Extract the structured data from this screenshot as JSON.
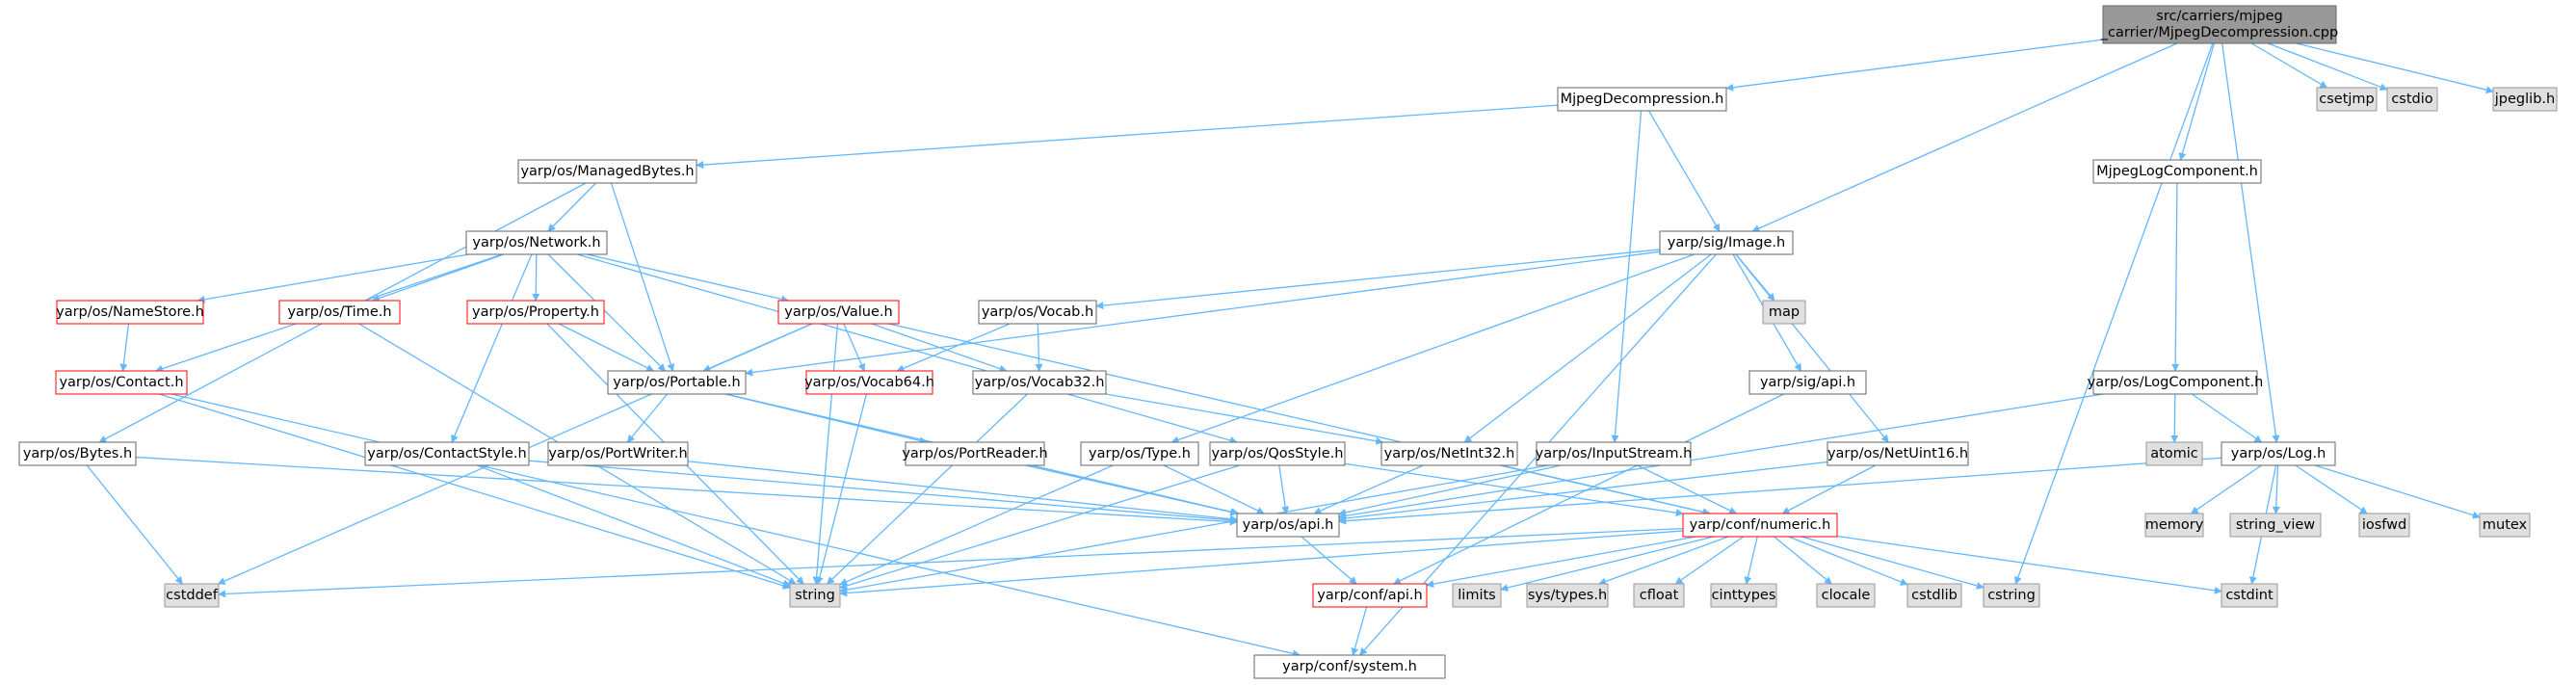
{
  "diagram_type": "include dependency graph",
  "colors": {
    "edge": "#63b8ff",
    "root_fill": "#999999",
    "root_border": "#666666",
    "node_fill": "#ffffff",
    "node_border": "#666666",
    "incomplete_border": "#ff0000",
    "external_fill": "#e0e0e0",
    "external_border": "#999999"
  },
  "nodes": [
    {
      "id": "root",
      "label": "src/carriers/mjpeg\n_carrier/MjpegDecompression.cpp",
      "kind": "root"
    },
    {
      "id": "mjdec",
      "label": "MjpegDecompression.h",
      "kind": "normal"
    },
    {
      "id": "managed",
      "label": "yarp/os/ManagedBytes.h",
      "kind": "normal"
    },
    {
      "id": "network",
      "label": "yarp/os/Network.h",
      "kind": "normal"
    },
    {
      "id": "image",
      "label": "yarp/sig/Image.h",
      "kind": "normal"
    },
    {
      "id": "mjlog",
      "label": "MjpegLogComponent.h",
      "kind": "normal"
    },
    {
      "id": "csetjmp",
      "label": "csetjmp",
      "kind": "external"
    },
    {
      "id": "cstdio",
      "label": "cstdio",
      "kind": "external"
    },
    {
      "id": "jpeglib",
      "label": "jpeglib.h",
      "kind": "external"
    },
    {
      "id": "namestore",
      "label": "yarp/os/NameStore.h",
      "kind": "incomplete"
    },
    {
      "id": "time",
      "label": "yarp/os/Time.h",
      "kind": "incomplete"
    },
    {
      "id": "property",
      "label": "yarp/os/Property.h",
      "kind": "incomplete"
    },
    {
      "id": "value",
      "label": "yarp/os/Value.h",
      "kind": "incomplete"
    },
    {
      "id": "vocab",
      "label": "yarp/os/Vocab.h",
      "kind": "normal"
    },
    {
      "id": "map",
      "label": "map",
      "kind": "external"
    },
    {
      "id": "contact",
      "label": "yarp/os/Contact.h",
      "kind": "incomplete"
    },
    {
      "id": "portable",
      "label": "yarp/os/Portable.h",
      "kind": "normal"
    },
    {
      "id": "vocab64",
      "label": "yarp/os/Vocab64.h",
      "kind": "incomplete"
    },
    {
      "id": "vocab32",
      "label": "yarp/os/Vocab32.h",
      "kind": "normal"
    },
    {
      "id": "sigapi",
      "label": "yarp/sig/api.h",
      "kind": "normal"
    },
    {
      "id": "logcomp",
      "label": "yarp/os/LogComponent.h",
      "kind": "normal"
    },
    {
      "id": "bytes",
      "label": "yarp/os/Bytes.h",
      "kind": "normal"
    },
    {
      "id": "contactstyle",
      "label": "yarp/os/ContactStyle.h",
      "kind": "normal"
    },
    {
      "id": "portwriter",
      "label": "yarp/os/PortWriter.h",
      "kind": "normal"
    },
    {
      "id": "portreader",
      "label": "yarp/os/PortReader.h",
      "kind": "normal"
    },
    {
      "id": "type",
      "label": "yarp/os/Type.h",
      "kind": "normal"
    },
    {
      "id": "qosstyle",
      "label": "yarp/os/QosStyle.h",
      "kind": "normal"
    },
    {
      "id": "netint32",
      "label": "yarp/os/NetInt32.h",
      "kind": "normal"
    },
    {
      "id": "inputstream",
      "label": "yarp/os/InputStream.h",
      "kind": "normal"
    },
    {
      "id": "netuint16",
      "label": "yarp/os/NetUint16.h",
      "kind": "normal"
    },
    {
      "id": "atomic",
      "label": "atomic",
      "kind": "external"
    },
    {
      "id": "log",
      "label": "yarp/os/Log.h",
      "kind": "normal"
    },
    {
      "id": "osapi",
      "label": "yarp/os/api.h",
      "kind": "normal"
    },
    {
      "id": "numeric",
      "label": "yarp/conf/numeric.h",
      "kind": "incomplete"
    },
    {
      "id": "memory",
      "label": "memory",
      "kind": "external"
    },
    {
      "id": "stringview",
      "label": "string_view",
      "kind": "external"
    },
    {
      "id": "iosfwd",
      "label": "iosfwd",
      "kind": "external"
    },
    {
      "id": "mutex",
      "label": "mutex",
      "kind": "external"
    },
    {
      "id": "cstddef",
      "label": "cstddef",
      "kind": "external"
    },
    {
      "id": "string",
      "label": "string",
      "kind": "external"
    },
    {
      "id": "confapi",
      "label": "yarp/conf/api.h",
      "kind": "incomplete"
    },
    {
      "id": "limits",
      "label": "limits",
      "kind": "external"
    },
    {
      "id": "systypes",
      "label": "sys/types.h",
      "kind": "external"
    },
    {
      "id": "cfloat",
      "label": "cfloat",
      "kind": "external"
    },
    {
      "id": "cinttypes",
      "label": "cinttypes",
      "kind": "external"
    },
    {
      "id": "clocale",
      "label": "clocale",
      "kind": "external"
    },
    {
      "id": "cstdlib",
      "label": "cstdlib",
      "kind": "external"
    },
    {
      "id": "cstring",
      "label": "cstring",
      "kind": "external"
    },
    {
      "id": "cstdint",
      "label": "cstdint",
      "kind": "external"
    },
    {
      "id": "system",
      "label": "yarp/conf/system.h",
      "kind": "normal"
    }
  ],
  "edges": [
    [
      "root",
      "mjdec"
    ],
    [
      "root",
      "image"
    ],
    [
      "root",
      "cstring"
    ],
    [
      "root",
      "mjlog"
    ],
    [
      "root",
      "log"
    ],
    [
      "root",
      "csetjmp"
    ],
    [
      "root",
      "cstdio"
    ],
    [
      "root",
      "jpeglib"
    ],
    [
      "mjdec",
      "managed"
    ],
    [
      "mjdec",
      "image"
    ],
    [
      "mjdec",
      "inputstream"
    ],
    [
      "managed",
      "network"
    ],
    [
      "managed",
      "portable"
    ],
    [
      "managed",
      "bytes"
    ],
    [
      "network",
      "namestore"
    ],
    [
      "network",
      "time"
    ],
    [
      "network",
      "property"
    ],
    [
      "network",
      "value"
    ],
    [
      "network",
      "contact"
    ],
    [
      "network",
      "portable"
    ],
    [
      "network",
      "contactstyle"
    ],
    [
      "network",
      "qosstyle"
    ],
    [
      "namestore",
      "contact"
    ],
    [
      "contact",
      "string"
    ],
    [
      "contact",
      "system"
    ],
    [
      "time",
      "string"
    ],
    [
      "property",
      "portable"
    ],
    [
      "property",
      "string"
    ],
    [
      "value",
      "portable"
    ],
    [
      "value",
      "vocab64"
    ],
    [
      "value",
      "vocab32"
    ],
    [
      "value",
      "string"
    ],
    [
      "value",
      "cstddef"
    ],
    [
      "value",
      "numeric"
    ],
    [
      "image",
      "vocab"
    ],
    [
      "image",
      "map"
    ],
    [
      "image",
      "portable"
    ],
    [
      "image",
      "sigapi"
    ],
    [
      "image",
      "type"
    ],
    [
      "image",
      "netint32"
    ],
    [
      "image",
      "netuint16"
    ],
    [
      "image",
      "system"
    ],
    [
      "vocab",
      "vocab64"
    ],
    [
      "vocab",
      "vocab32"
    ],
    [
      "vocab32",
      "netint32"
    ],
    [
      "vocab32",
      "string"
    ],
    [
      "vocab64",
      "string"
    ],
    [
      "portable",
      "portwriter"
    ],
    [
      "portable",
      "portreader"
    ],
    [
      "portable",
      "osapi"
    ],
    [
      "portwriter",
      "osapi"
    ],
    [
      "portreader",
      "osapi"
    ],
    [
      "bytes",
      "osapi"
    ],
    [
      "bytes",
      "cstddef"
    ],
    [
      "contactstyle",
      "osapi"
    ],
    [
      "contactstyle",
      "string"
    ],
    [
      "type",
      "osapi"
    ],
    [
      "type",
      "string"
    ],
    [
      "qosstyle",
      "osapi"
    ],
    [
      "qosstyle",
      "string"
    ],
    [
      "qosstyle",
      "numeric"
    ],
    [
      "netint32",
      "osapi"
    ],
    [
      "netint32",
      "numeric"
    ],
    [
      "inputstream",
      "osapi"
    ],
    [
      "inputstream",
      "numeric"
    ],
    [
      "inputstream",
      "string"
    ],
    [
      "netuint16",
      "osapi"
    ],
    [
      "netuint16",
      "numeric"
    ],
    [
      "sigapi",
      "confapi"
    ],
    [
      "mjlog",
      "logcomp"
    ],
    [
      "logcomp",
      "atomic"
    ],
    [
      "logcomp",
      "log"
    ],
    [
      "logcomp",
      "osapi"
    ],
    [
      "log",
      "osapi"
    ],
    [
      "log",
      "memory"
    ],
    [
      "log",
      "stringview"
    ],
    [
      "log",
      "iosfwd"
    ],
    [
      "log",
      "mutex"
    ],
    [
      "log",
      "cstdint"
    ],
    [
      "osapi",
      "confapi"
    ],
    [
      "confapi",
      "system"
    ],
    [
      "numeric",
      "cstddef"
    ],
    [
      "numeric",
      "string"
    ],
    [
      "numeric",
      "confapi"
    ],
    [
      "numeric",
      "limits"
    ],
    [
      "numeric",
      "systypes"
    ],
    [
      "numeric",
      "cfloat"
    ],
    [
      "numeric",
      "cinttypes"
    ],
    [
      "numeric",
      "clocale"
    ],
    [
      "numeric",
      "cstdlib"
    ],
    [
      "numeric",
      "cstring"
    ],
    [
      "numeric",
      "cstdint"
    ]
  ]
}
